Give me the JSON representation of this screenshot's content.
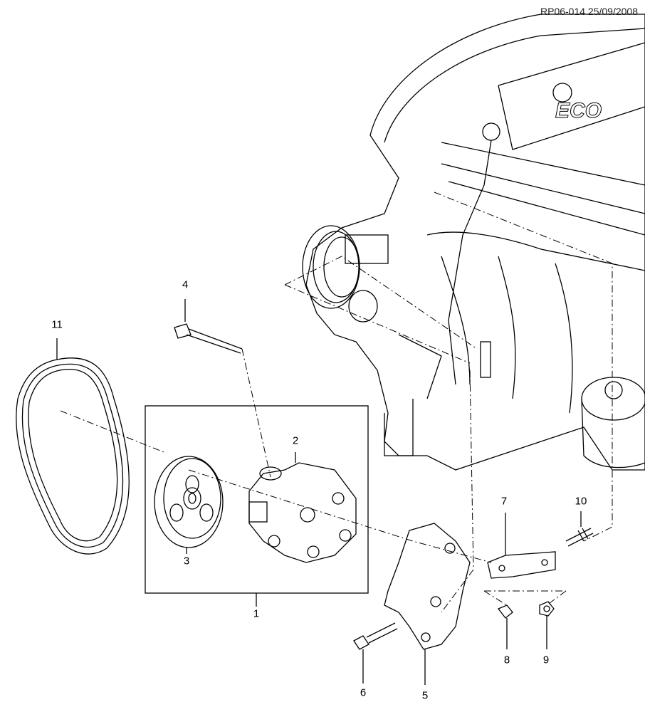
{
  "header": {
    "reference": "RP06-014 25/09/2008"
  },
  "engine_logo_text": "ECO",
  "callouts": [
    {
      "id": "1",
      "label": "1"
    },
    {
      "id": "2",
      "label": "2"
    },
    {
      "id": "3",
      "label": "3"
    },
    {
      "id": "4",
      "label": "4"
    },
    {
      "id": "5",
      "label": "5"
    },
    {
      "id": "6",
      "label": "6"
    },
    {
      "id": "7",
      "label": "7"
    },
    {
      "id": "8",
      "label": "8"
    },
    {
      "id": "9",
      "label": "9"
    },
    {
      "id": "10",
      "label": "10"
    },
    {
      "id": "11",
      "label": "11"
    }
  ]
}
